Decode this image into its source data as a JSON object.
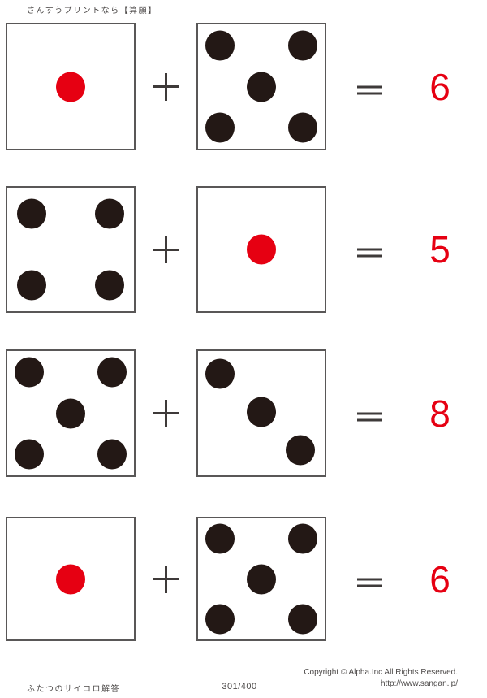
{
  "header": {
    "title": "さんすうプリントなら【算願】"
  },
  "colors": {
    "dot_black": "#231815",
    "dot_red": "#e60012",
    "answer_red": "#e60012",
    "die_border": "#595757",
    "operator": "#3e3a39",
    "text": "#4c4948"
  },
  "operators": {
    "plus": "+",
    "equals": "="
  },
  "problems": [
    {
      "die_left": {
        "pips": 1,
        "color": "red"
      },
      "die_right": {
        "pips": 5,
        "color": "black"
      },
      "answer": "6"
    },
    {
      "die_left": {
        "pips": 4,
        "color": "black"
      },
      "die_right": {
        "pips": 1,
        "color": "red"
      },
      "answer": "5"
    },
    {
      "die_left": {
        "pips": 5,
        "color": "black"
      },
      "die_right": {
        "pips": 3,
        "color": "black"
      },
      "answer": "8"
    },
    {
      "die_left": {
        "pips": 1,
        "color": "red"
      },
      "die_right": {
        "pips": 5,
        "color": "black"
      },
      "answer": "6"
    }
  ],
  "footer": {
    "worksheet_title": "ふたつのサイコロ解答",
    "page_number": "301/400",
    "copyright": "Copyright ©  Alpha.Inc All Rights Reserved.",
    "url": "http://www.sangan.jp/"
  }
}
